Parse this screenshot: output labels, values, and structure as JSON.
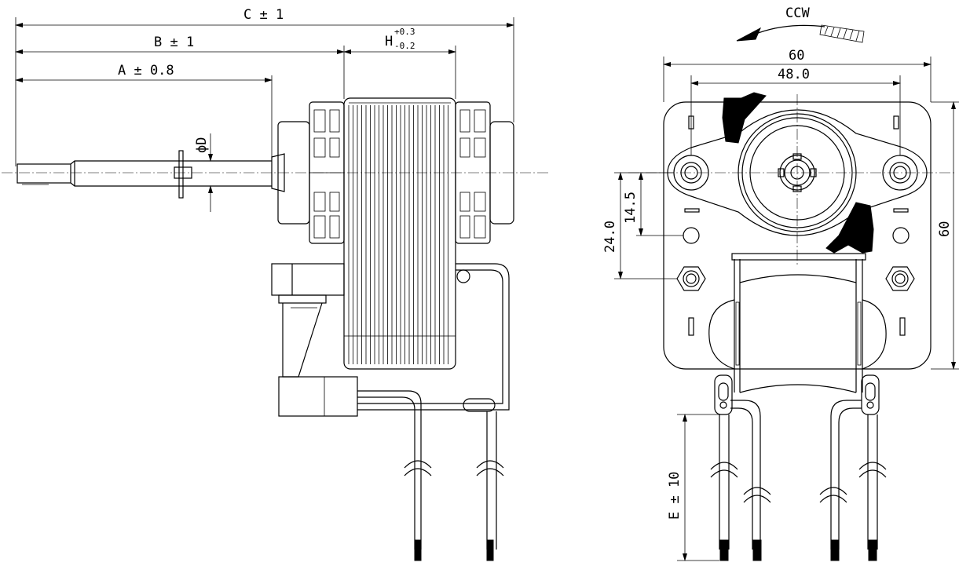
{
  "side_view": {
    "dim_c": "C ± 1",
    "dim_b": "B ± 1",
    "dim_a": "A ± 0.8",
    "dim_h_base": "H",
    "dim_h_plus": "+0.3",
    "dim_h_minus": "-0.2",
    "dim_d": "ϕD"
  },
  "front_view": {
    "rotation": "CCW",
    "width_outer": "60",
    "hole_spacing": "48.0",
    "height_outer": "60",
    "offset_145": "14.5",
    "offset_240": "24.0",
    "lead_length": "E ± 10"
  }
}
